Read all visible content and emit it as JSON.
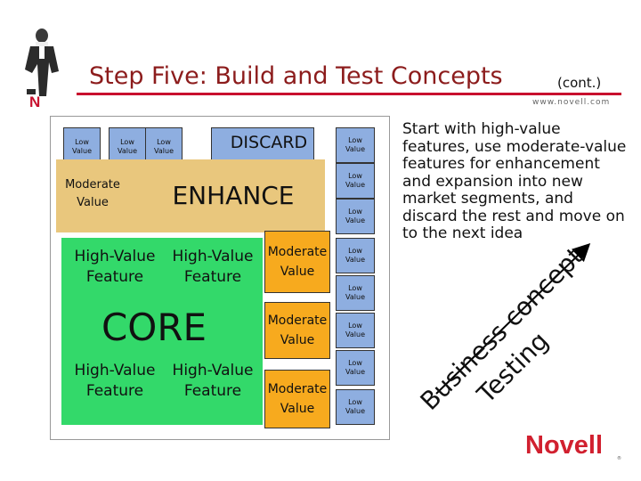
{
  "header": {
    "title": "Step Five: Build and Test Concepts",
    "title_suffix": "(cont.)",
    "url": "www.novell.com",
    "corner_mark": "N"
  },
  "diagram": {
    "low_value_label": "Low\nValue",
    "discard_label": "DISCARD",
    "enhance_label": "ENHANCE",
    "core_label": "CORE",
    "moderate_value_label": "Moderate\nValue",
    "high_value_feature_label": "High-Value\nFeature",
    "colors": {
      "low": "#8eaee0",
      "tan": "#e9c77d",
      "orange": "#f7aa1e",
      "green": "#33d96a"
    }
  },
  "side_text": "Start with high-value features, use moderate-value features for enhancement and expansion into new market segments, and discard the rest and move on to the next idea",
  "business_concept_text": "Business concept",
  "testing_text": "Testing",
  "footer": {
    "logo": "Novell",
    "trademark": "®"
  }
}
